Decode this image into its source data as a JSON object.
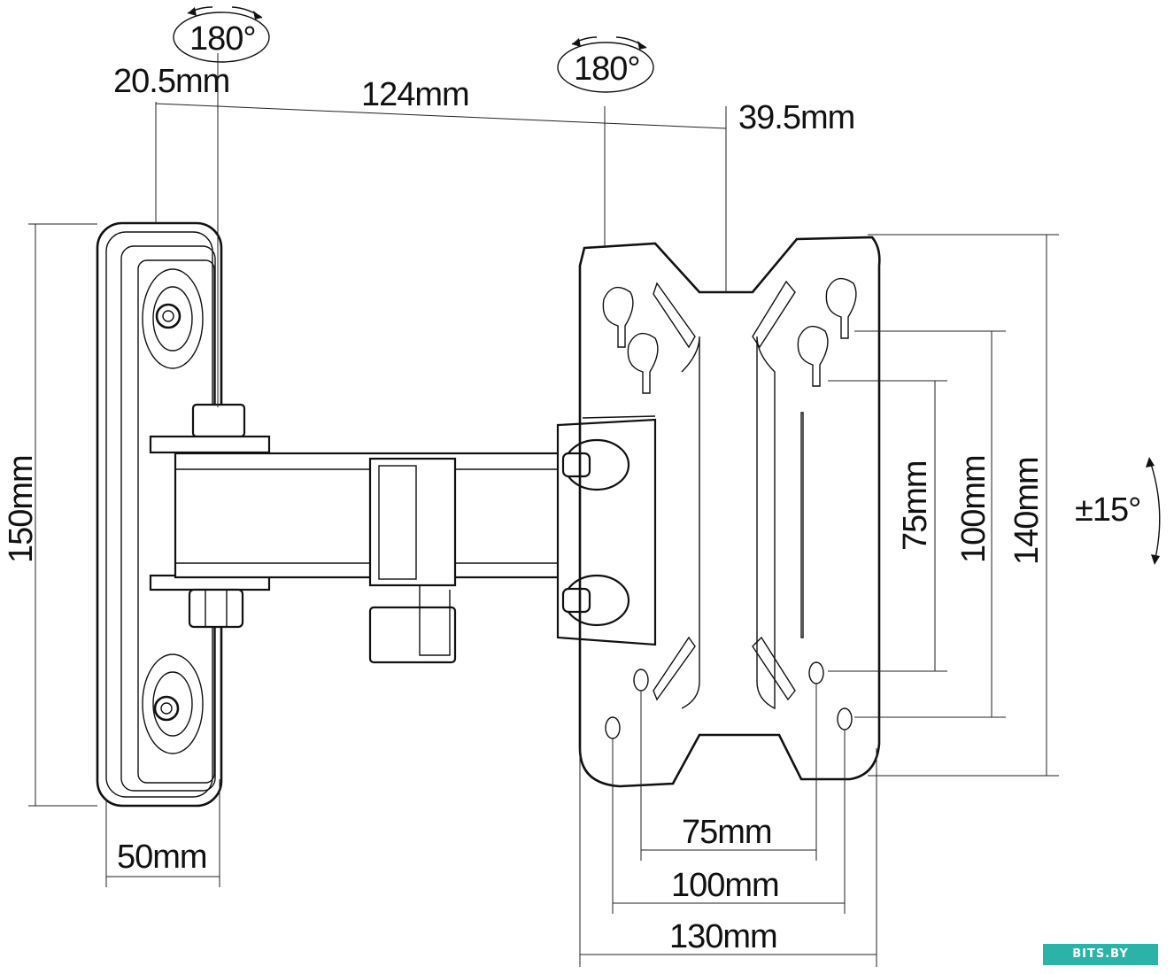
{
  "rotation": {
    "wall_swivel": "180°",
    "plate_swivel": "180°",
    "tilt": "±15°"
  },
  "dimensions": {
    "wall_offset": "20.5mm",
    "arm_length": "124mm",
    "plate_offset": "39.5mm",
    "wall_plate_height": "150mm",
    "wall_plate_width": "50mm",
    "vesa_v_75": "75mm",
    "vesa_v_100": "100mm",
    "plate_height": "140mm",
    "vesa_h_75": "75mm",
    "vesa_h_100": "100mm",
    "plate_width": "130mm"
  },
  "watermark": "BITS.BY"
}
